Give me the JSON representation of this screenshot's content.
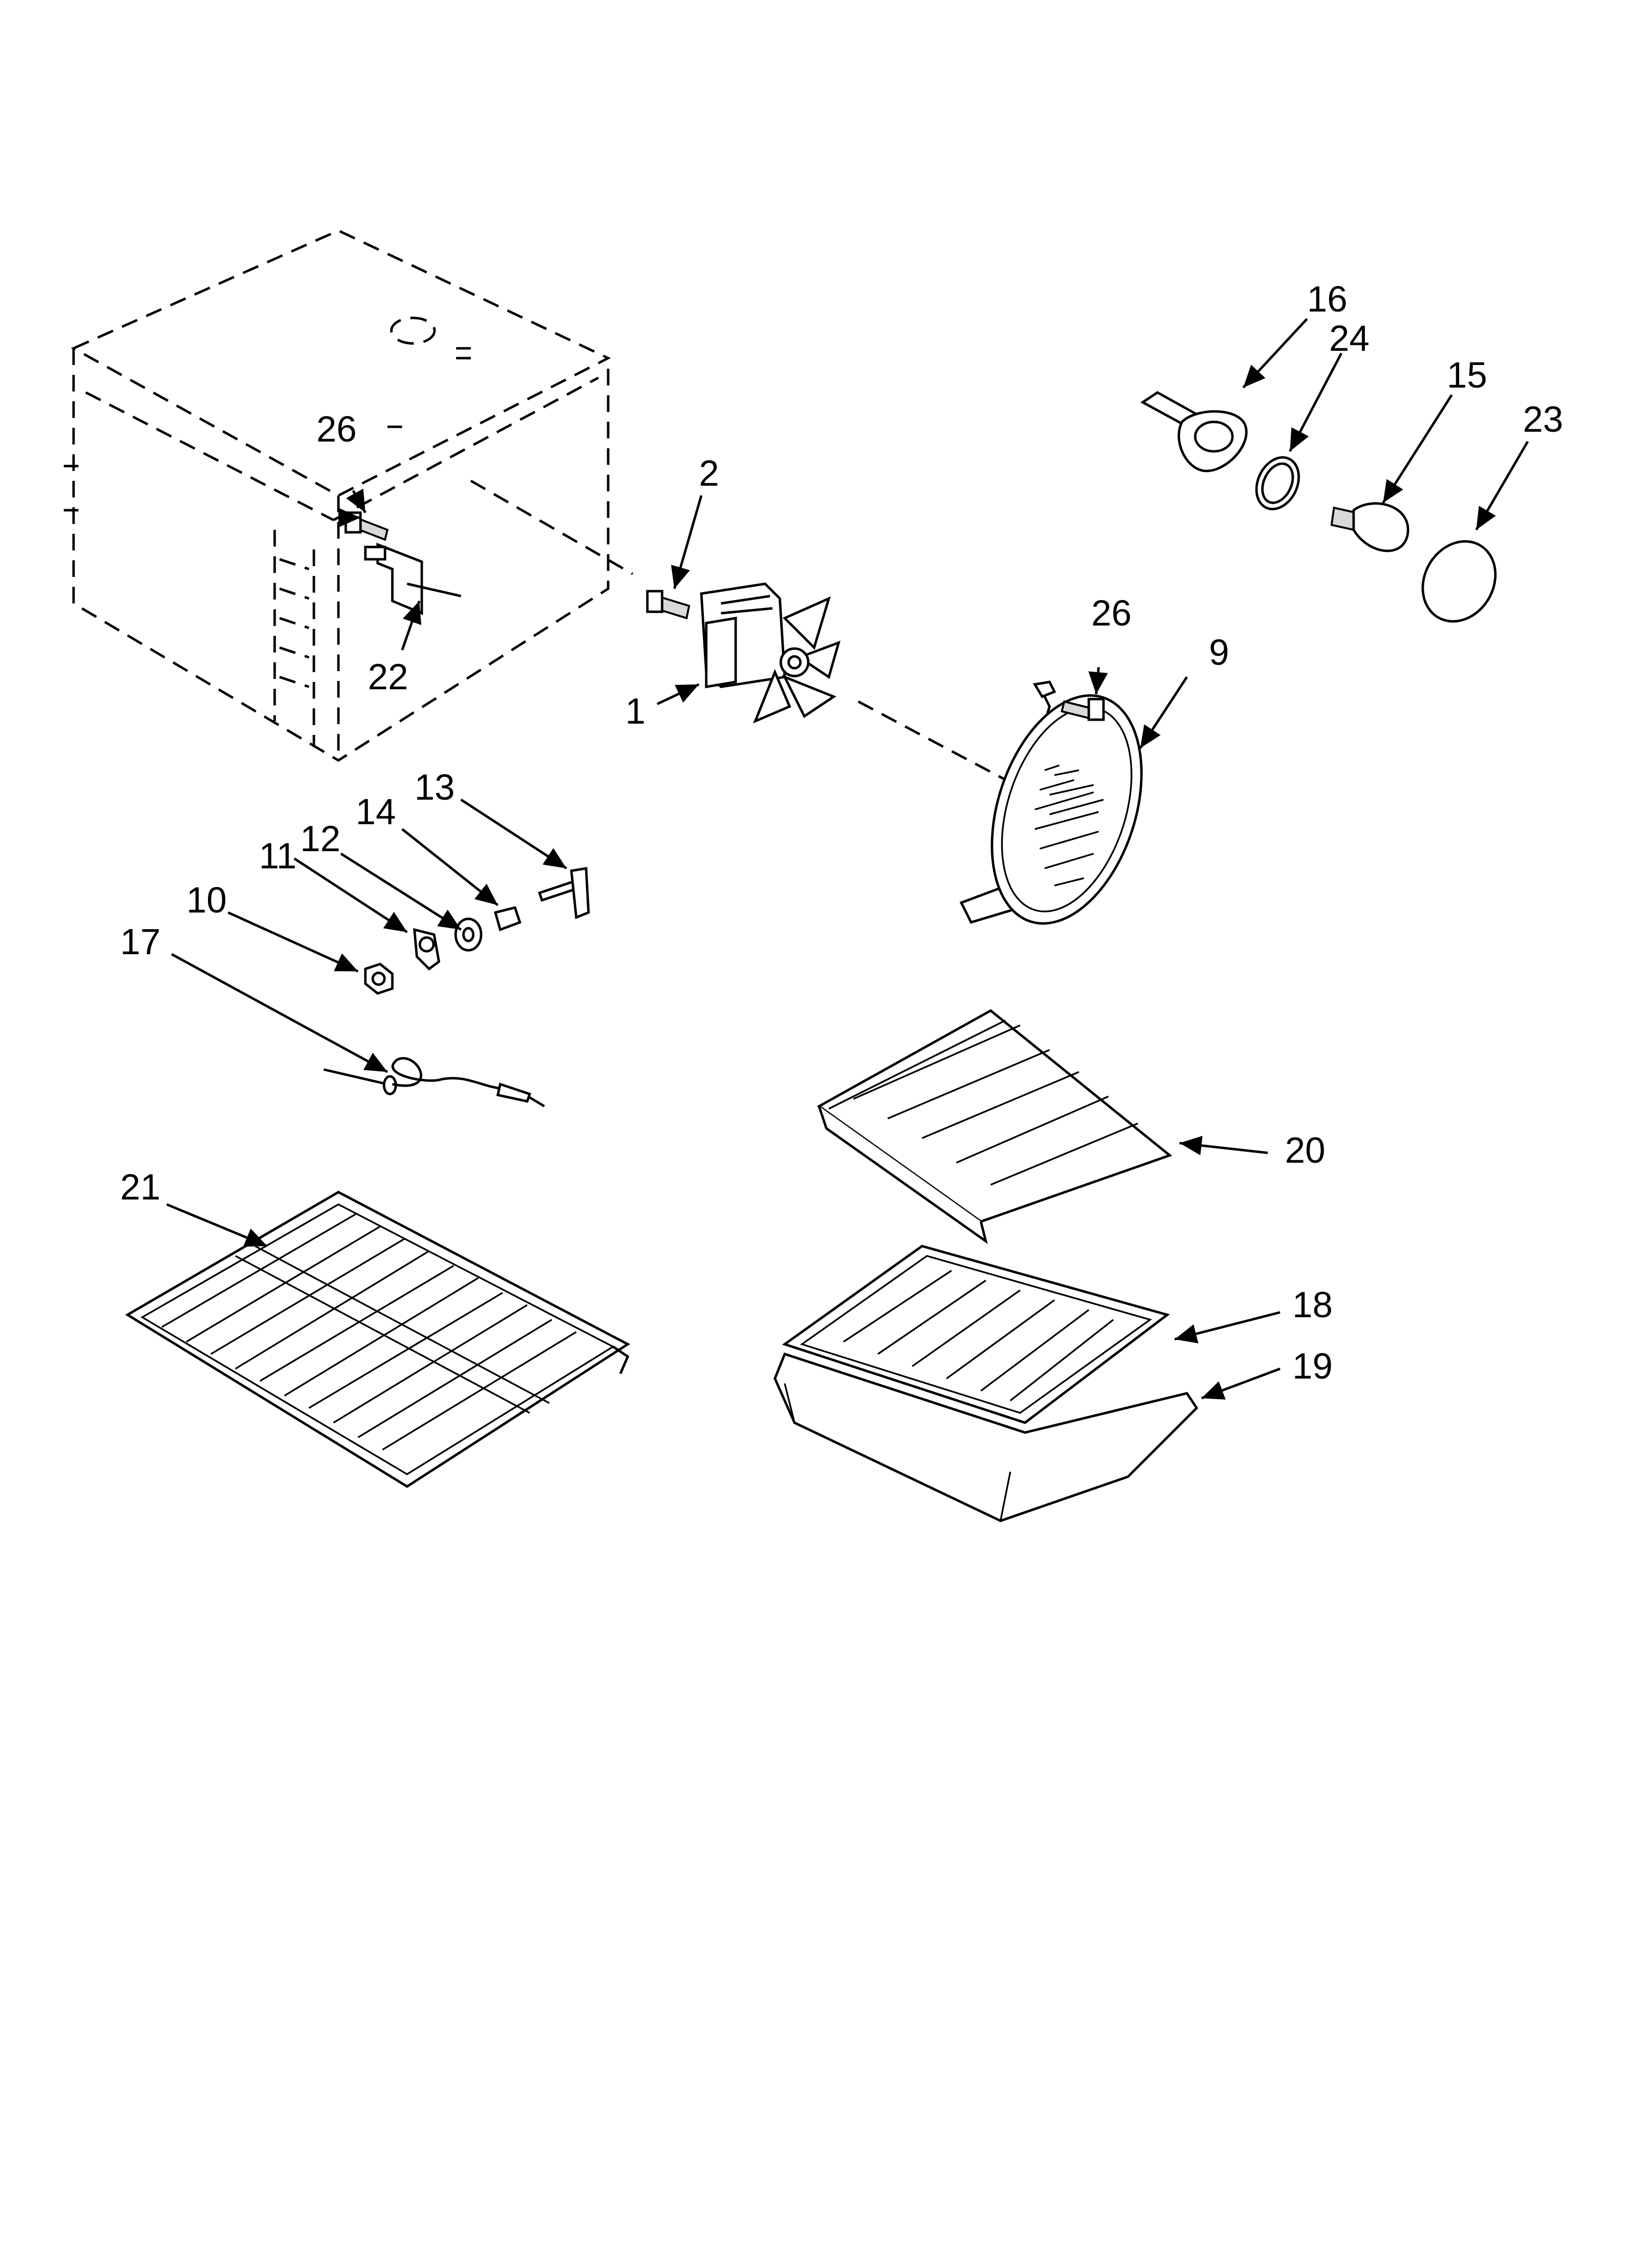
{
  "callouts": {
    "c1": "1",
    "c2": "2",
    "c9": "9",
    "c10": "10",
    "c11": "11",
    "c12": "12",
    "c13": "13",
    "c14": "14",
    "c15": "15",
    "c16": "16",
    "c17": "17",
    "c18": "18",
    "c19": "19",
    "c20": "20",
    "c21": "21",
    "c22": "22",
    "c23": "23",
    "c24": "24",
    "c26a": "26",
    "c26b": "26"
  },
  "colors": {
    "ink": "#000000",
    "paper": "#ffffff"
  }
}
